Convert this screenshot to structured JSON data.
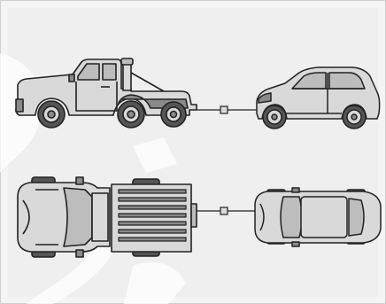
{
  "illustration": {
    "subject": "tow-truck-towing-car",
    "views": [
      "side-view",
      "top-view"
    ],
    "colors": {
      "background": "#efefef",
      "frame": "#f4f4f4",
      "body_fill": "#d9d9d9",
      "shade_fill": "#bdbdbd",
      "dark_fill": "#8a8a8a",
      "outline": "#222222",
      "watermark": "#ffffff"
    }
  }
}
